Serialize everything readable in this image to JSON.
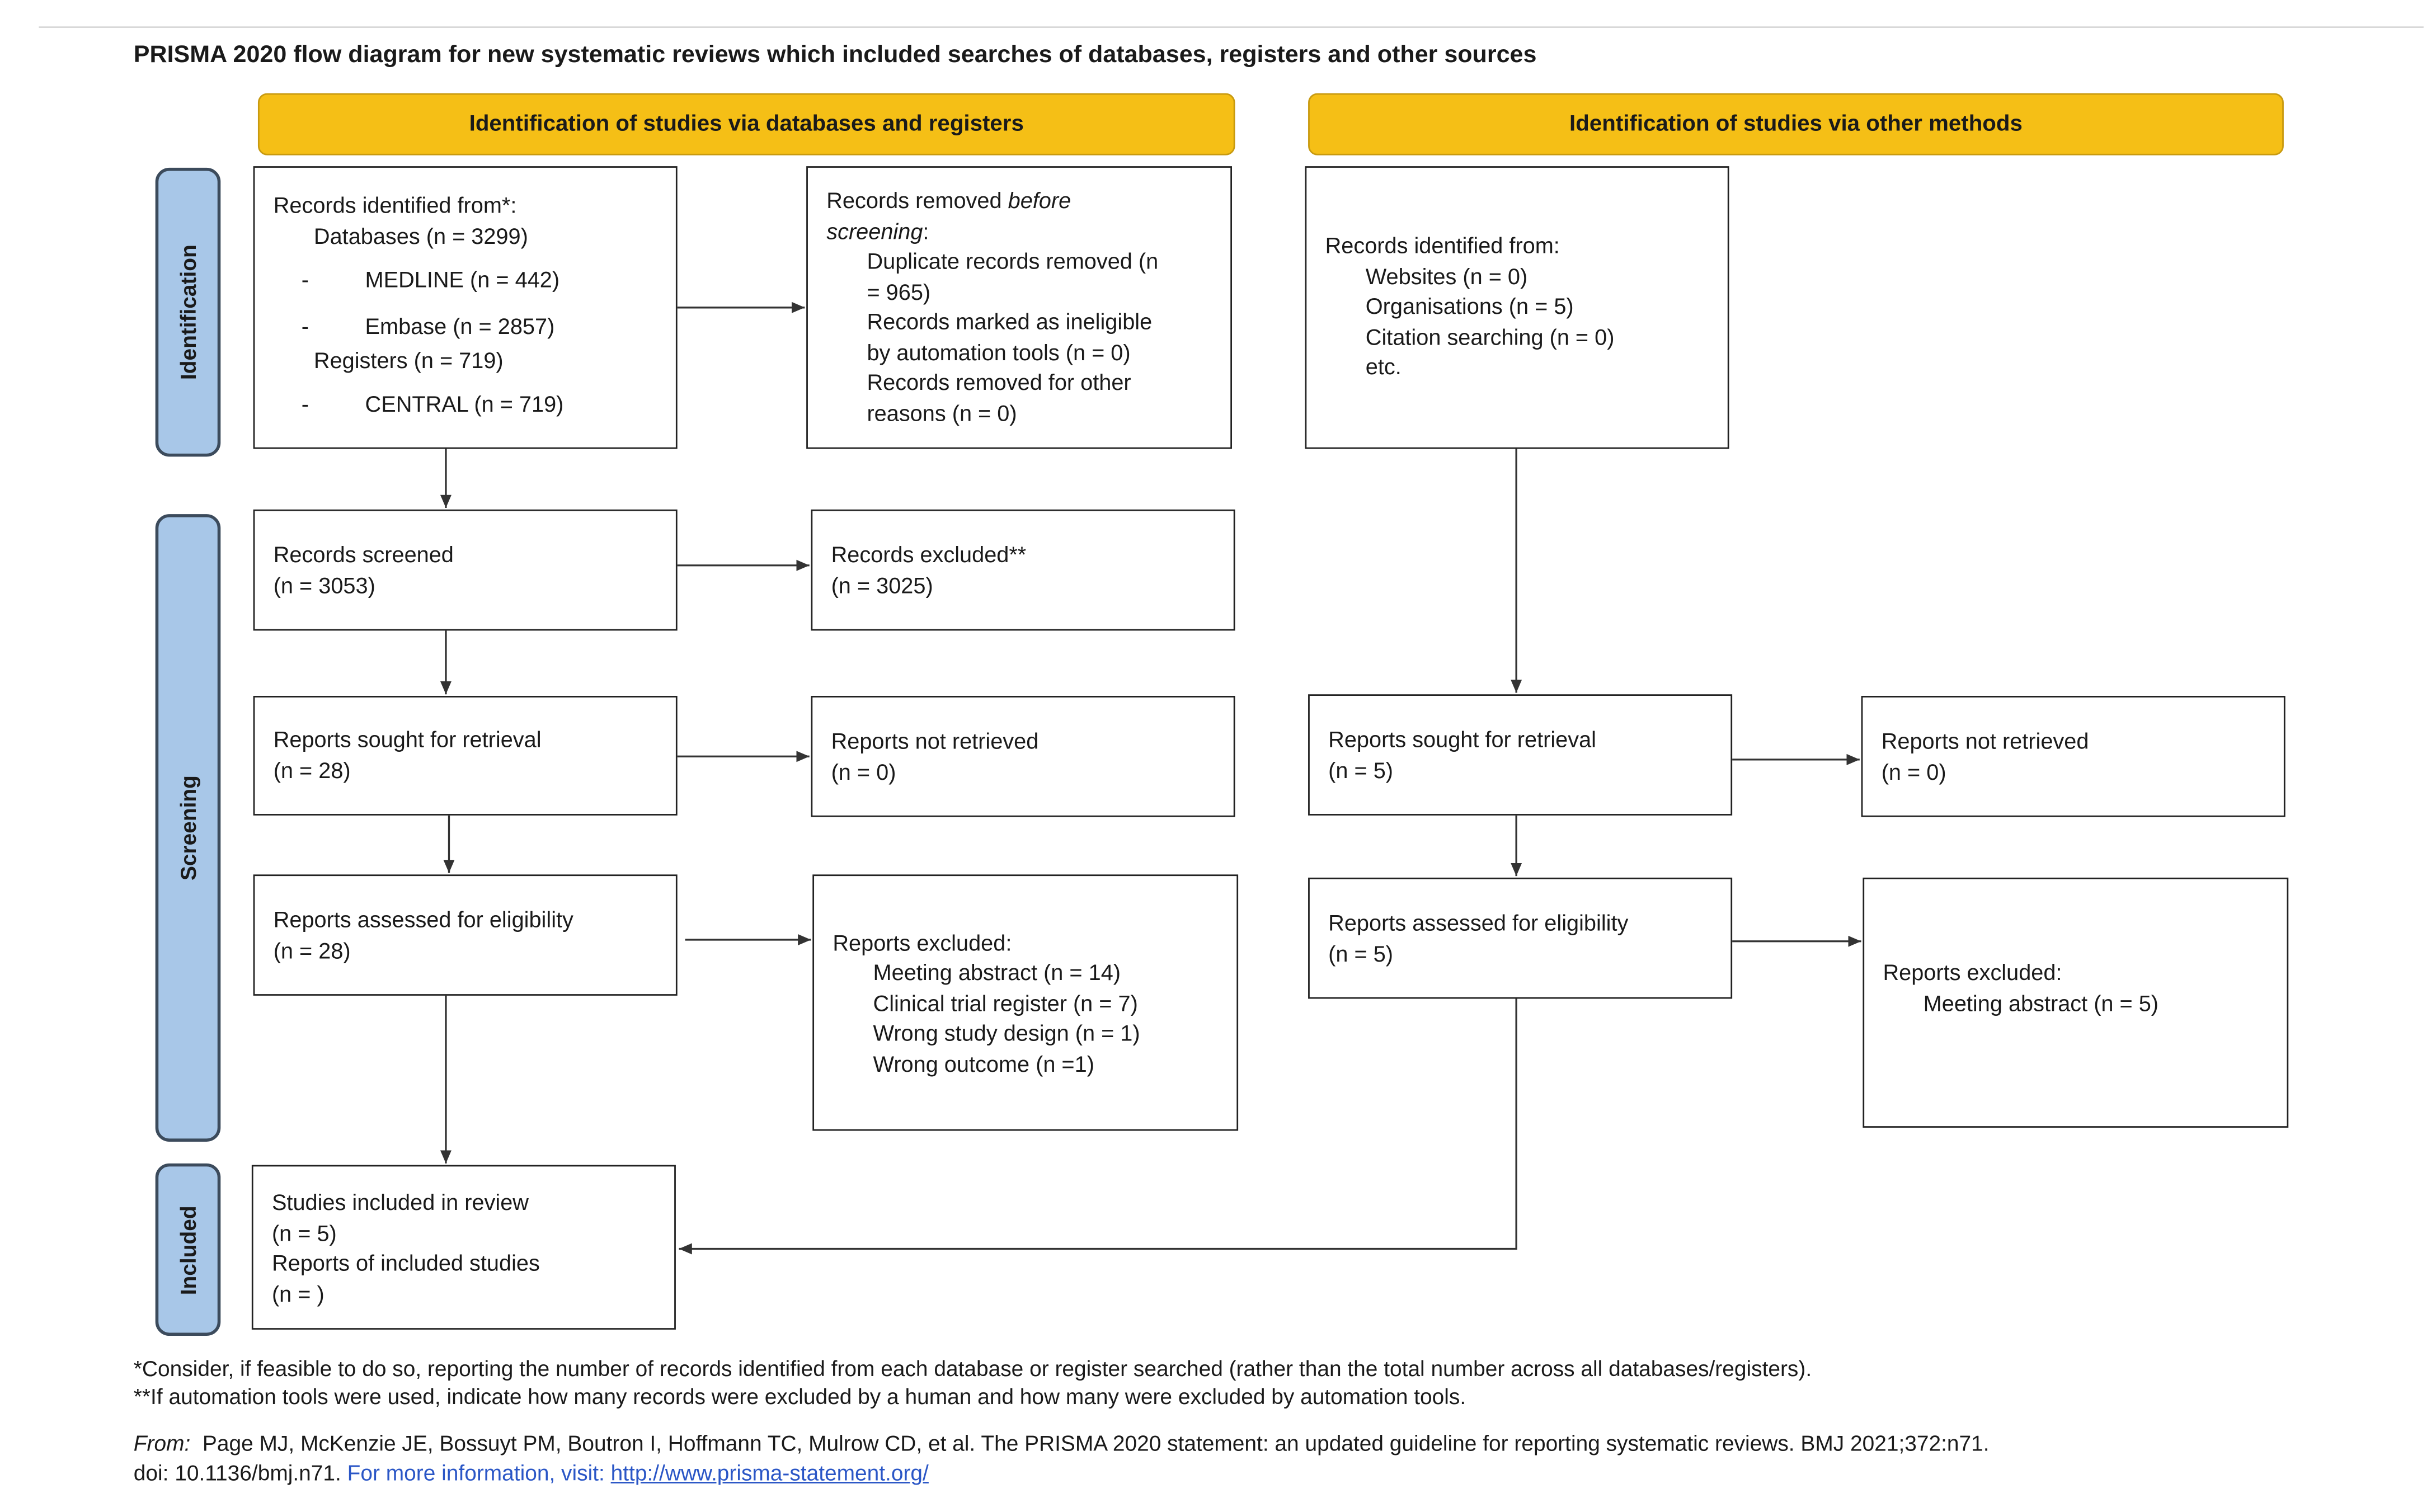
{
  "title": "PRISMA 2020 flow diagram for new systematic reviews which included searches of databases, registers and other sources",
  "headers": {
    "databases": "Identification of studies via databases and registers",
    "other": "Identification of studies via other methods"
  },
  "phases": {
    "identification": "Identification",
    "screening": "Screening",
    "included": "Included"
  },
  "db": {
    "identified": {
      "l1": "Records identified from*:",
      "l2": "Databases (n = 3299)",
      "l3_dash": "-",
      "l3": "MEDLINE (n = 442)",
      "l4_dash": "-",
      "l4": "Embase (n = 2857)",
      "l5": "Registers (n = 719)",
      "l6_dash": "-",
      "l6": "CENTRAL (n = 719)"
    },
    "removed": {
      "l1a": "Records removed ",
      "l1b": "before",
      "l2": "screening",
      "l2b": ":",
      "l3": "Duplicate records removed  (n",
      "l4": "= 965)",
      "l5": "Records marked as ineligible",
      "l6": "by automation tools (n = 0)",
      "l7": "Records removed for other",
      "l8": "reasons (n = 0)"
    },
    "screened": {
      "l1": "Records screened",
      "l2": "(n = 3053)"
    },
    "excluded": {
      "l1": "Records excluded**",
      "l2": "(n = 3025)"
    },
    "sought": {
      "l1": "Reports sought for retrieval",
      "l2": "(n = 28)"
    },
    "not_retrieved": {
      "l1": "Reports not retrieved",
      "l2": "(n = 0)"
    },
    "assessed": {
      "l1": "Reports assessed for eligibility",
      "l2": "(n = 28)"
    },
    "reports_excluded": {
      "l1": "Reports excluded:",
      "l2": "Meeting abstract (n = 14)",
      "l3": "Clinical trial register (n = 7)",
      "l4": "Wrong study design (n = 1)",
      "l5": "Wrong outcome (n =1)"
    },
    "included": {
      "l1": "Studies included in review",
      "l2": "(n = 5)",
      "l3": "Reports of included studies",
      "l4": "(n = )"
    }
  },
  "other": {
    "identified": {
      "l1": "Records identified from:",
      "l2": "Websites (n = 0)",
      "l3": "Organisations (n = 5)",
      "l4": "Citation searching (n = 0)",
      "l5": "etc."
    },
    "sought": {
      "l1": "Reports sought for retrieval",
      "l2": "(n = 5)"
    },
    "not_retrieved": {
      "l1": "Reports not retrieved",
      "l2": "(n = 0)"
    },
    "assessed": {
      "l1": "Reports assessed for eligibility",
      "l2": "(n = 5)"
    },
    "reports_excluded": {
      "l1": "Reports excluded:",
      "l2": "Meeting abstract (n = 5)"
    }
  },
  "footnotes": {
    "f1": "*Consider, if feasible to do so, reporting the number of records identified from each database or register searched (rather than the total number across all databases/registers).",
    "f2": "**If automation tools were used, indicate how many records were excluded by a human and how many were excluded by automation tools."
  },
  "citation": {
    "from": "From:",
    "text": "  Page MJ, McKenzie JE, Bossuyt PM, Boutron I, Hoffmann TC, Mulrow CD, et al. The PRISMA 2020 statement: an updated guideline for reporting systematic reviews. BMJ 2021;372:n71.",
    "doi": "doi: 10.1136/bmj.n71. ",
    "more": "For more information, visit: ",
    "url": "http://www.prisma-statement.org/"
  },
  "colors": {
    "header": "#f5bf16",
    "phase": "#a8c7e8",
    "link": "#2a56c6"
  }
}
